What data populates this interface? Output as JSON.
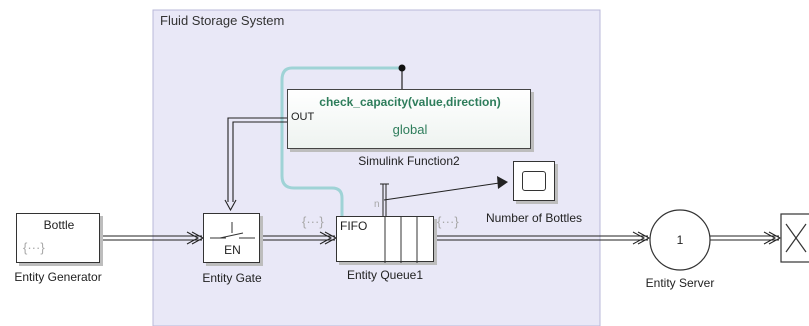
{
  "subsystem": {
    "title": "Fluid Storage System",
    "fill": "#e9e8f7",
    "border": "#b9b8d8"
  },
  "blocks": {
    "entity_generator": {
      "inner_label": "Bottle",
      "icon": "{···}",
      "caption": "Entity Generator"
    },
    "entity_gate": {
      "inner_label": "EN",
      "caption": "Entity Gate"
    },
    "entity_queue": {
      "inner_label": "FIFO",
      "port_label": "n",
      "caption": "Entity Queue1"
    },
    "simulink_function": {
      "signature": "check_capacity(value,direction)",
      "scope": "global",
      "out_port": "OUT",
      "caption": "Simulink Function2",
      "signature_color": "#2e7d5b"
    },
    "scope": {
      "caption": "Number of Bottles"
    },
    "entity_server": {
      "inner_label": "1",
      "caption": "Entity Server"
    },
    "terminator": {
      "icon": "x-icon"
    }
  },
  "connectors": {
    "entity_icon_left": "{···}",
    "entity_icon_right": "{···}",
    "function_call_line_color": "#9fd3d6"
  }
}
